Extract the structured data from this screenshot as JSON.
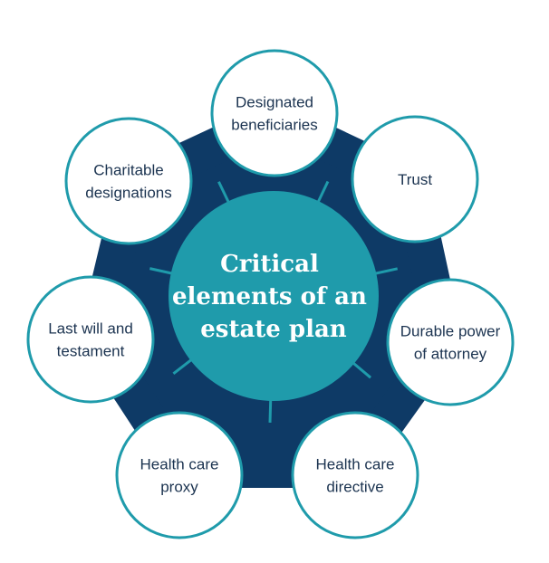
{
  "center": {
    "lines": [
      "Critical",
      "elements of an",
      "estate plan"
    ]
  },
  "elements": [
    {
      "lines": [
        "Designated",
        "beneficiaries"
      ]
    },
    {
      "lines": [
        "Trust"
      ]
    },
    {
      "lines": [
        "Durable power",
        "of attorney"
      ]
    },
    {
      "lines": [
        "Health care",
        "directive"
      ]
    },
    {
      "lines": [
        "Health care",
        "proxy"
      ]
    },
    {
      "lines": [
        "Last will and",
        "testament"
      ]
    },
    {
      "lines": [
        "Charitable",
        "designations"
      ]
    }
  ],
  "colors": {
    "navy": "#0e3a66",
    "teal": "#1f9bab",
    "text": "#1b3350"
  }
}
